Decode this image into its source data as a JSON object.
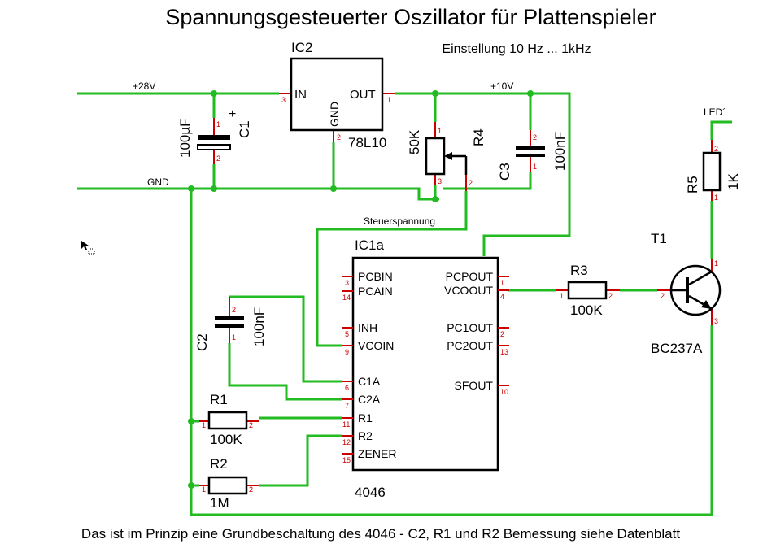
{
  "title": "Spannungsgesteuerter Oszillator für Plattenspieler",
  "subtitle": "Einstellung 10 Hz ... 1kHz",
  "footer": "Das ist im Prinzip eine Grundbeschaltung des 4046 - C2, R1 und R2 Bemessung siehe Datenblatt",
  "nets": {
    "v28": "+28V",
    "v10": "+10V",
    "gnd": "GND",
    "led": "LED´",
    "steuer": "Steuerspannung"
  },
  "ic2": {
    "ref": "IC2",
    "type": "78L10",
    "in": "IN",
    "out": "OUT",
    "gnd": "GND",
    "pin_in": "3",
    "pin_out": "1",
    "pin_gnd": "2"
  },
  "c1": {
    "ref": "C1",
    "value": "100µF",
    "plus": "+",
    "pin1": "1",
    "pin2": "2"
  },
  "r4": {
    "ref": "R4",
    "value": "50K",
    "pin1": "1",
    "pin2": "2",
    "pin3": "3"
  },
  "c3": {
    "ref": "C3",
    "value": "100nF",
    "pin1": "1",
    "pin2": "2"
  },
  "c2": {
    "ref": "C2",
    "value": "100nF",
    "pin1": "1",
    "pin2": "2"
  },
  "r1": {
    "ref": "R1",
    "value": "100K",
    "pin1": "1",
    "pin2": "2"
  },
  "r2": {
    "ref": "R2",
    "value": "1M",
    "pin1": "1",
    "pin2": "2"
  },
  "r3": {
    "ref": "R3",
    "value": "100K",
    "pin1": "1",
    "pin2": "2"
  },
  "r5": {
    "ref": "R5",
    "value": "1K",
    "pin1": "1",
    "pin2": "2"
  },
  "t1": {
    "ref": "T1",
    "type": "BC237A",
    "pin1": "1",
    "pin2": "2",
    "pin3": "3"
  },
  "ic1": {
    "ref": "IC1a",
    "type": "4046",
    "left_pins": [
      {
        "name": "PCBIN",
        "num": "3"
      },
      {
        "name": "PCAIN",
        "num": "14"
      },
      {
        "name": "INH",
        "num": "5"
      },
      {
        "name": "VCOIN",
        "num": "9"
      },
      {
        "name": "C1A",
        "num": "6"
      },
      {
        "name": "C2A",
        "num": "7"
      },
      {
        "name": "R1",
        "num": "11"
      },
      {
        "name": "R2",
        "num": "12"
      },
      {
        "name": "ZENER",
        "num": "15"
      }
    ],
    "right_pins": [
      {
        "name": "PCPOUT",
        "num": "1"
      },
      {
        "name": "VCOOUT",
        "num": "4"
      },
      {
        "name": "PC1OUT",
        "num": "2"
      },
      {
        "name": "PC2OUT",
        "num": "13"
      },
      {
        "name": "SFOUT",
        "num": "10"
      }
    ]
  }
}
